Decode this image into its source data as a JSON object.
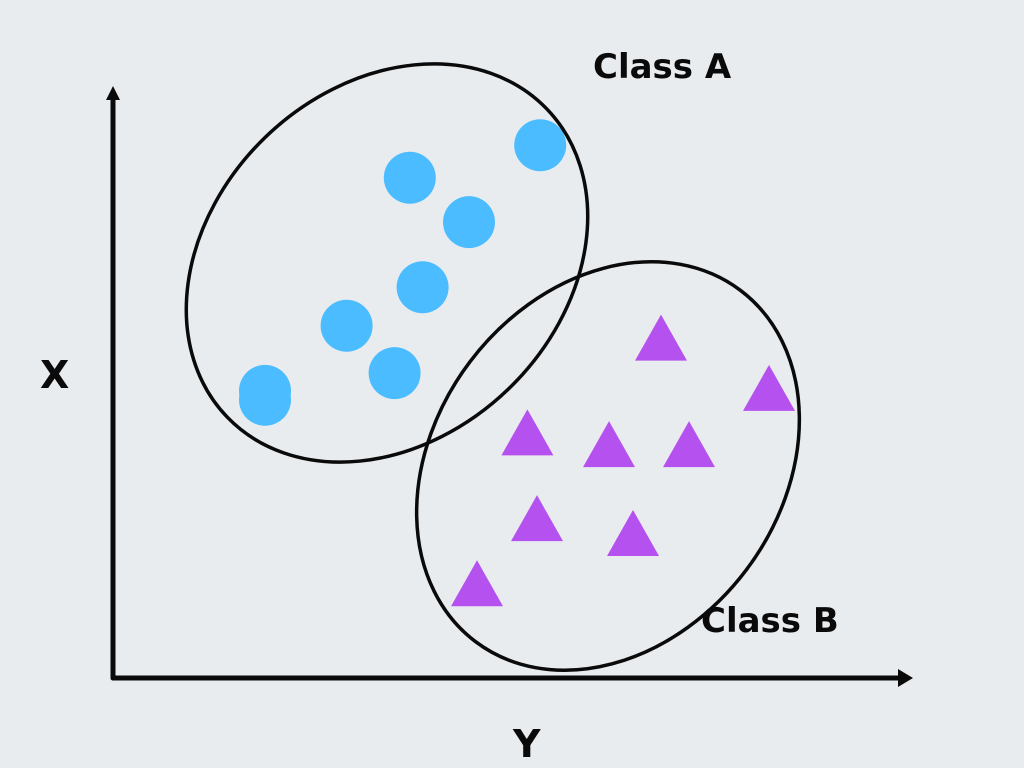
{
  "chart_data": {
    "type": "scatter",
    "xlabel": "Y",
    "ylabel": "X",
    "grid": false,
    "legend": "none",
    "xlim": [
      0,
      100
    ],
    "ylim": [
      0,
      100
    ],
    "series": [
      {
        "name": "Class A",
        "marker": "circle",
        "color": "#4bbcff",
        "points": [
          {
            "x": 19.0,
            "y": 48.5
          },
          {
            "x": 37.1,
            "y": 84.5
          },
          {
            "x": 53.4,
            "y": 90.0
          },
          {
            "x": 44.5,
            "y": 77.0
          },
          {
            "x": 38.7,
            "y": 66.0
          },
          {
            "x": 29.2,
            "y": 59.5
          },
          {
            "x": 35.2,
            "y": 51.5
          },
          {
            "x": 19.0,
            "y": 47.0
          }
        ]
      },
      {
        "name": "Class B",
        "marker": "triangle",
        "color": "#b552ef",
        "points": [
          {
            "x": 68.5,
            "y": 57.5
          },
          {
            "x": 82.0,
            "y": 49.0
          },
          {
            "x": 51.8,
            "y": 41.5
          },
          {
            "x": 62.0,
            "y": 39.5
          },
          {
            "x": 72.0,
            "y": 39.5
          },
          {
            "x": 53.0,
            "y": 27.0
          },
          {
            "x": 65.0,
            "y": 24.5
          },
          {
            "x": 45.5,
            "y": 16.0
          }
        ]
      }
    ],
    "annotations": [
      {
        "text": "Class A",
        "for": "Class A"
      },
      {
        "text": "Class B",
        "for": "Class B"
      }
    ]
  },
  "colors": {
    "background": "#e9ecef",
    "axis": "#0a0a0a",
    "class_a": "#4bbcff",
    "class_b": "#b552ef"
  }
}
